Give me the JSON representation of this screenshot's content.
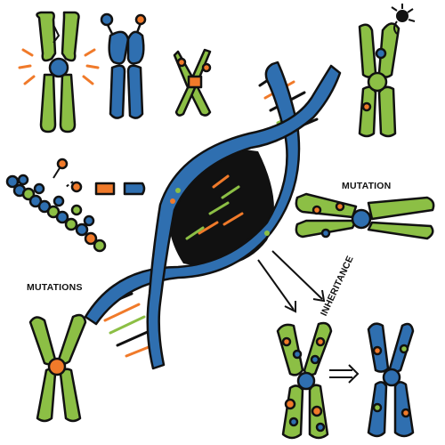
{
  "labels": {
    "mutation": "MUTATION",
    "mutations": "MUTATIONS",
    "inheritance": "INHERITANCE",
    "stock_id": "1951748243"
  },
  "colors": {
    "green": "#8cbf45",
    "blue": "#2f6fb0",
    "orange": "#f07a2a",
    "dark": "#111111",
    "background": "#ffffff",
    "helix_core": "#111111"
  },
  "icons": [
    "chromosome-damage-icon",
    "chromosome-blue-icon",
    "chromosome-small-icon",
    "chromosome-virus-icon",
    "molecule-chain-icon",
    "dna-helix-icon",
    "chromosome-horizontal-icon",
    "chromosome-mutations-icon",
    "chromosome-spotted-icon",
    "chromosome-inherited-icon",
    "arrow-icon",
    "double-arrow-icon"
  ]
}
